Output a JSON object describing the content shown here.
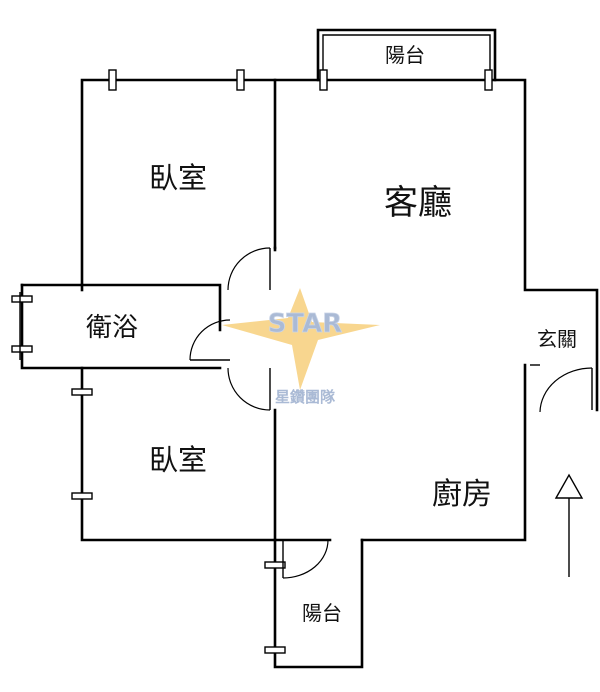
{
  "rooms": {
    "balcony_top": "陽台",
    "bedroom_top": "臥室",
    "living_room": "客廳",
    "bathroom": "衛浴",
    "entrance": "玄關",
    "bedroom_bottom": "臥室",
    "kitchen": "廚房",
    "balcony_bottom": "陽台"
  },
  "watermark": {
    "logo_text": "STAR",
    "caption": "星鑽團隊",
    "accent_color": "#f6c96a",
    "text_color": "#8ea3c7"
  },
  "entrance_arrow": "up-arrow-icon"
}
